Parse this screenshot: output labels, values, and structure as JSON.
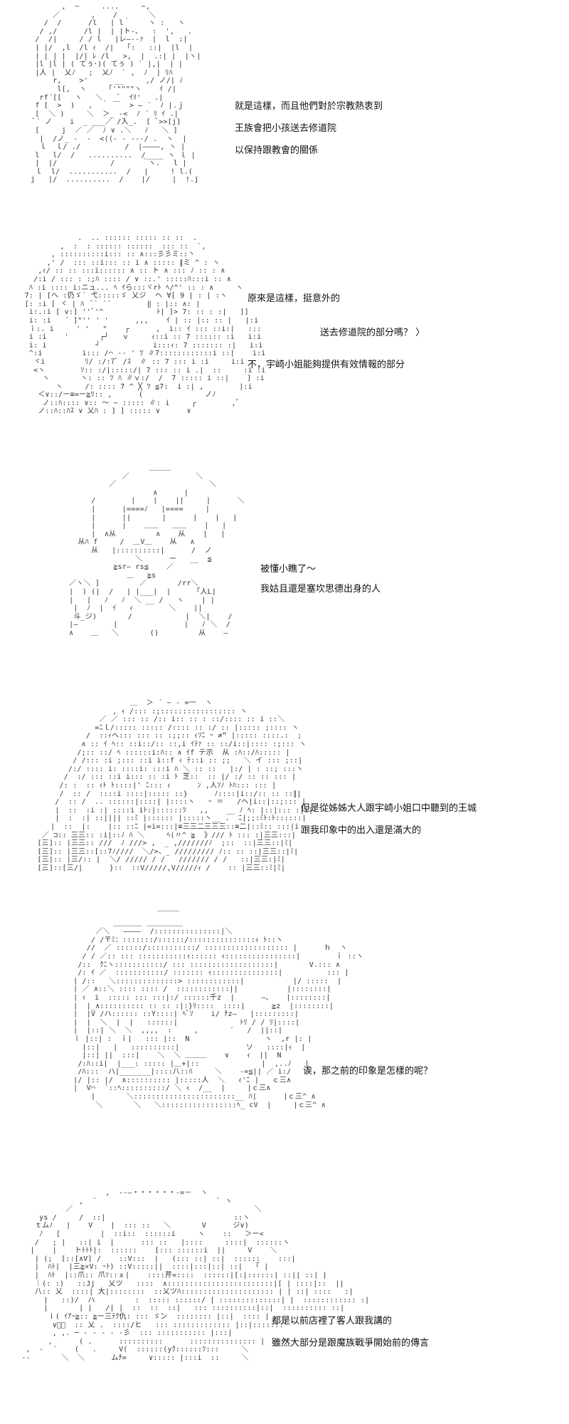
{
  "panels": [
    {
      "lines": [
        "就是這樣，而且他們對於宗教熱衷到",
        "王族會把小孩送去修道院",
        "以保持跟教會的關係"
      ]
    },
    {
      "lines": [
        "原來是這樣，挺意外的",
        "送去修道院的部分嗎？ 〉",
        "不，宇崎小姐能夠提供有效情報的部分"
      ]
    },
    {
      "lines": [
        "被懂小瞧了～",
        "我姑且還是塞坎思德出身的人"
      ]
    },
    {
      "lines": [
        "但是從姊姊大人跟宇崎小姐口中聽到的王城",
        "跟我印象中的出入還是滿大的"
      ]
    },
    {
      "lines": [
        "诶，那之前的印象是怎樣的呢？"
      ]
    },
    {
      "lines": [
        "都是以前店裡了客人跟我講的",
        "雖然大部分是跟魔族戰爭開始前的傳言"
      ]
    }
  ]
}
